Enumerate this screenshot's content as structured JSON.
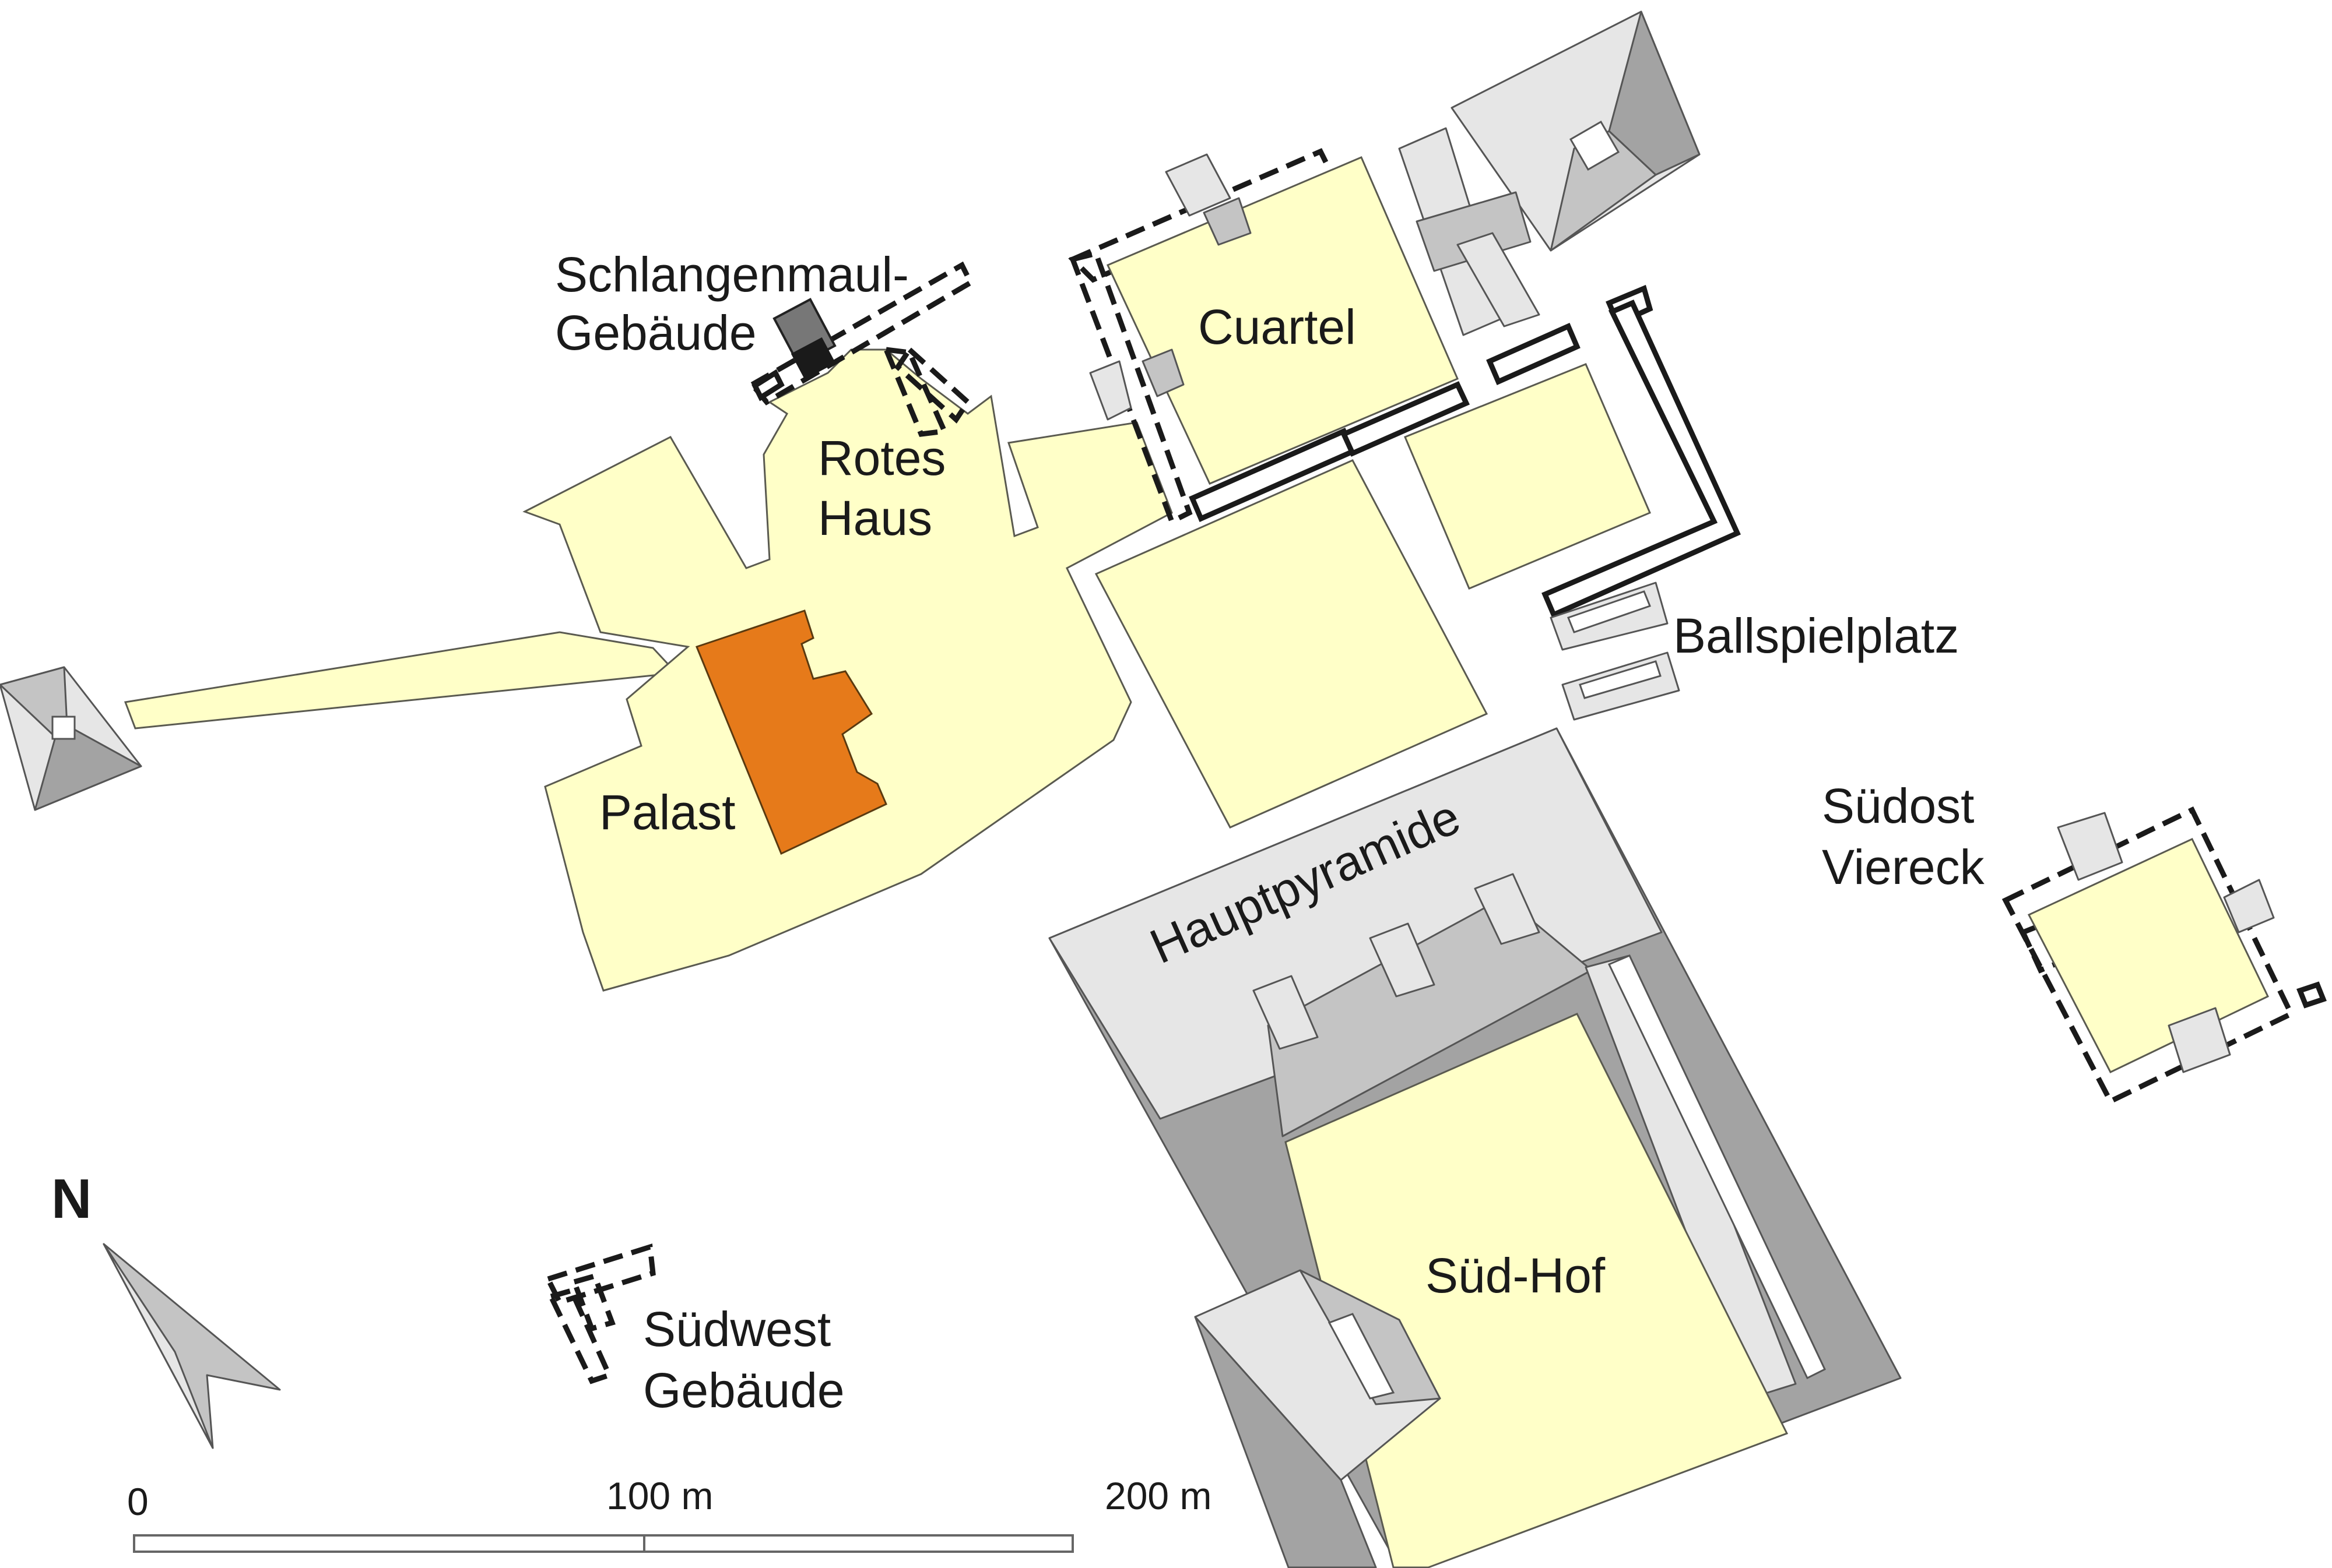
{
  "map": {
    "labels": {
      "schlangenmaul": "Schlangenmaul-",
      "schlangenmaul_2": "Gebäude",
      "cuartel": "Cuartel",
      "rotes_haus": "Rotes",
      "rotes_haus_2": "Haus",
      "ballspielplatz": "Ballspielplatz",
      "palast": "Palast",
      "suedost": "Südost",
      "suedost_2": "Viereck",
      "hauptpyramide": "Hauptpyramide",
      "sued_hof": "Süd-Hof",
      "suedwest": "Südwest",
      "suedwest_2": "Gebäude"
    },
    "north_label": "N",
    "scale": {
      "tick_0": "0",
      "tick_100": "100 m",
      "tick_200": "200 m"
    },
    "colors": {
      "plaza": "#ffffc8",
      "palace": "#e67a1a",
      "roof_light": "#e6e6e6",
      "roof_mid": "#c4c4c4",
      "roof_dark": "#a3a3a3",
      "wall": "#1a1a1a"
    }
  }
}
